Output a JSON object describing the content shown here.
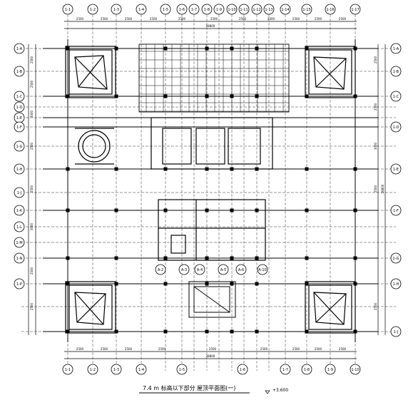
{
  "drawing": {
    "title": "7.4 m 标高以下部分 屋顶平面图(一)",
    "elevation": "+3.600",
    "axis_labels_top": [
      "1-1",
      "1-2",
      "1-3",
      "1-4",
      "1-5",
      "1-6",
      "1-7",
      "1-8",
      "1-9",
      "1-10",
      "1-11",
      "1-12",
      "1-13",
      "1-14",
      "1-15",
      "1-16",
      "1-17"
    ],
    "axis_labels_bottom": [
      "1-1",
      "1-2",
      "1-3",
      "1-4",
      "1-5",
      "1-6",
      "1-7",
      "1-8",
      "1-9",
      "1-10"
    ],
    "axis_labels_left": [
      "1-A",
      "1-B",
      "1-C",
      "1-D",
      "1-E",
      "1-F",
      "1-G",
      "1-H",
      "1-J",
      "1-K",
      "1-L",
      "1-M",
      "1-N",
      "1-P"
    ],
    "axis_labels_right": [
      "1-A",
      "1-B",
      "1-C",
      "1-D",
      "1-E",
      "1-F",
      "1-G",
      "1-H",
      "1-J"
    ],
    "axis_labels_inner": [
      "A-2",
      "A-3",
      "A-4",
      "A-5",
      "A-6",
      "A-10"
    ],
    "dimensions_top": [
      "2500",
      "2500",
      "2500",
      "2500",
      "2500",
      "2500",
      "2500",
      "2500",
      "2500",
      "2500",
      "2500"
    ],
    "dimensions_bottom": [
      "2500",
      "2500",
      "2500",
      "2500",
      "2500",
      "2500",
      "2500",
      "2500",
      "2500"
    ],
    "dimension_total_top": "28800",
    "dimension_total_bottom": "28800",
    "dimensions_left": [
      "2500",
      "2500",
      "3000",
      "2500",
      "2500",
      "3000",
      "2500",
      "2500"
    ],
    "dimensions_right": [
      "2500",
      "2500",
      "3000",
      "2500",
      "2500"
    ],
    "dimension_total_right": "28800",
    "legend_colors": {
      "line": "#000000",
      "background": "#ffffff"
    }
  }
}
